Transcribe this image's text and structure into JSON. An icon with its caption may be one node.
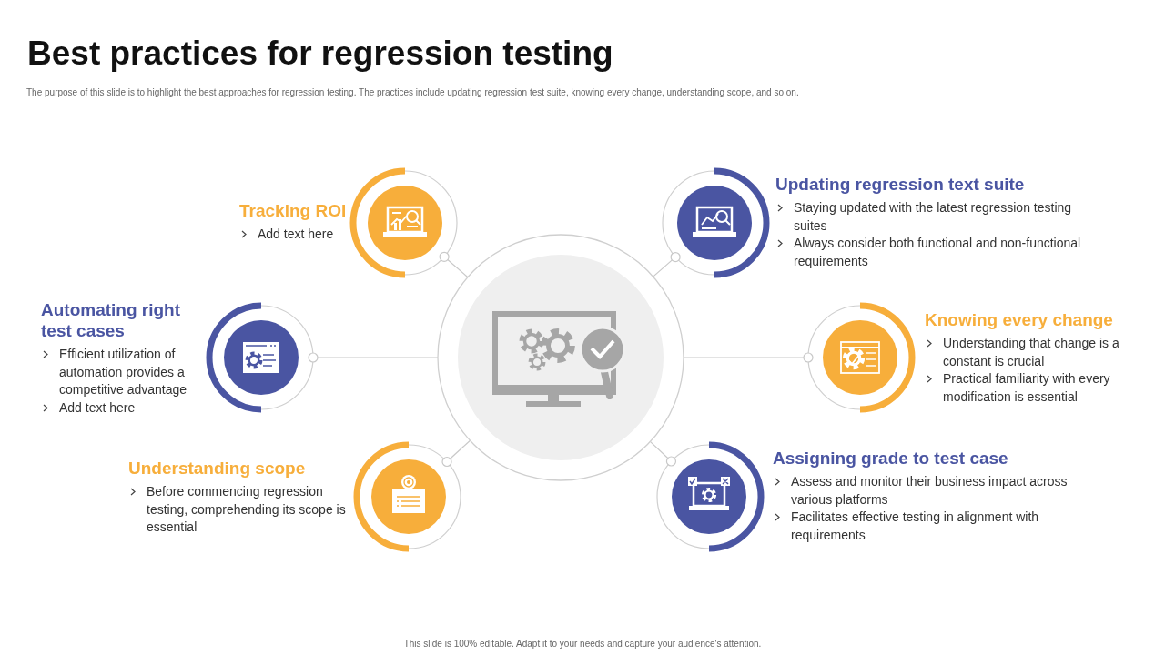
{
  "diagram": {
    "title": "Best practices for regression testing",
    "nodes": [
      {
        "text": [],
        "shape": "circle"
      },
      {
        "text": [
          "Tracking ROI",
          "Add text here"
        ]
      },
      {
        "text": [
          "Updating regression text suite",
          "Staying updated with the latest regression testing suites",
          "Always consider both functional and non-functional requirements"
        ]
      },
      {
        "text": [
          "Automating right test cases",
          "Efficient utilization of automation provides a competitive advantage",
          "Add text here"
        ]
      },
      {
        "text": [
          "Knowing every change",
          "Understanding that change is a constant is crucial",
          "Practical familiarity with every modification is essential"
        ]
      },
      {
        "text": [
          "Understanding scope",
          "Before commencing regression testing, comprehending its scope is essential"
        ]
      },
      {
        "text": [
          "Assigning grade to test case",
          "Assess and monitor their business impact across various platforms",
          "Facilitates effective testing in alignment with requirements"
        ]
      }
    ],
    "edges": [
      {
        "from": 0,
        "to": 1,
        "arrow": "none"
      },
      {
        "from": 0,
        "to": 2,
        "arrow": "none"
      },
      {
        "from": 0,
        "to": 3,
        "arrow": "none"
      },
      {
        "from": 0,
        "to": 4,
        "arrow": "none"
      },
      {
        "from": 0,
        "to": 5,
        "arrow": "none"
      },
      {
        "from": 0,
        "to": 6,
        "arrow": "none"
      }
    ],
    "labels": [
      "The purpose of this slide is to highlight the best approaches for regression testing. The practices include updating regression test suite, knowing every change, understanding scope, and so on.",
      "This slide is 100% editable. Adapt it to your needs and capture your audience's attention."
    ]
  }
}
